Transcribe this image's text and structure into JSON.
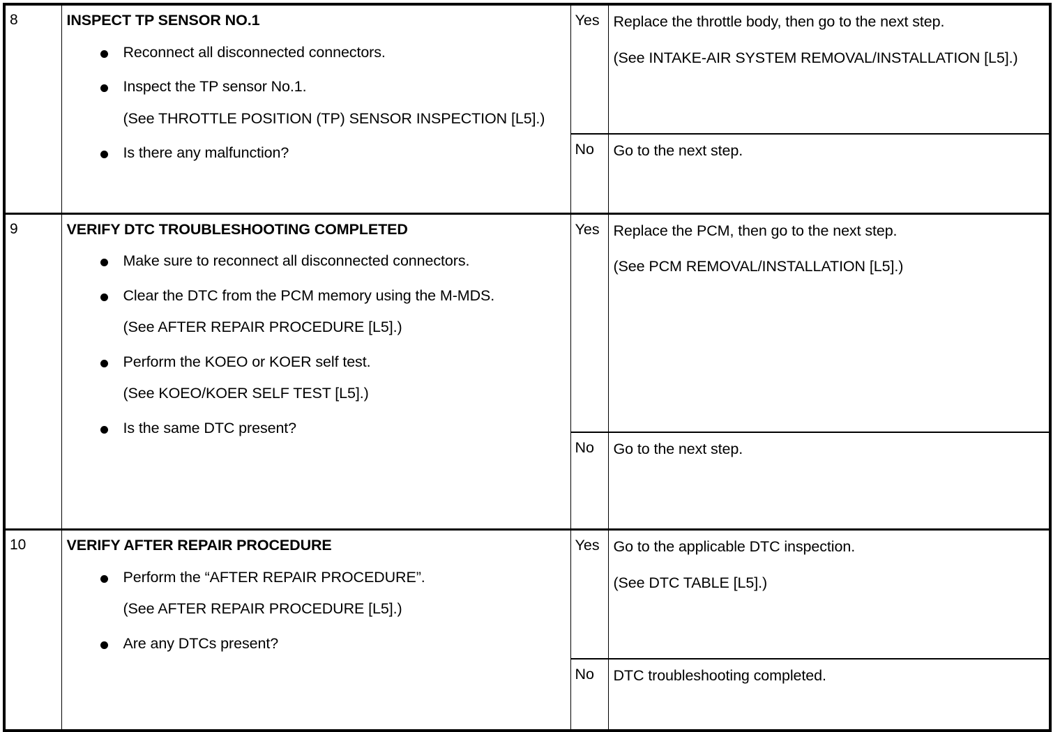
{
  "document": {
    "type": "diagnostic-troubleshooting-table",
    "columns": {
      "step": "",
      "body": "",
      "answer": "",
      "action": ""
    }
  },
  "steps": [
    {
      "number": "8",
      "heading": "INSPECT TP SENSOR NO.1",
      "bullets": [
        {
          "bullet": true,
          "text": "Reconnect all disconnected connectors."
        },
        {
          "bullet": true,
          "text": "Inspect the TP sensor No.1."
        },
        {
          "bullet": false,
          "text": "(See THROTTLE POSITION (TP) SENSOR INSPECTION [L5].)"
        },
        {
          "bullet": true,
          "text": "Is there any malfunction?"
        }
      ],
      "yes": {
        "label": "Yes",
        "lines": [
          "Replace the throttle body, then go to the next step.",
          "(See INTAKE-AIR SYSTEM REMOVAL/INSTALLATION [L5].)"
        ]
      },
      "no": {
        "label": "No",
        "lines": [
          "Go to the next step."
        ]
      }
    },
    {
      "number": "9",
      "heading": "VERIFY DTC TROUBLESHOOTING COMPLETED",
      "bullets": [
        {
          "bullet": true,
          "text": "Make sure to reconnect all disconnected connectors."
        },
        {
          "bullet": true,
          "text": "Clear the DTC from the PCM memory using the M-MDS."
        },
        {
          "bullet": false,
          "text": "(See AFTER REPAIR PROCEDURE [L5].)"
        },
        {
          "bullet": true,
          "text": "Perform the KOEO or KOER self test."
        },
        {
          "bullet": false,
          "text": "(See KOEO/KOER SELF TEST [L5].)"
        },
        {
          "bullet": true,
          "text": "Is the same DTC present?"
        }
      ],
      "yes": {
        "label": "Yes",
        "lines": [
          "Replace the PCM, then go to the next step.",
          "(See PCM REMOVAL/INSTALLATION [L5].)"
        ]
      },
      "no": {
        "label": "No",
        "lines": [
          "Go to the next step."
        ]
      }
    },
    {
      "number": "10",
      "heading": "VERIFY AFTER REPAIR PROCEDURE",
      "bullets": [
        {
          "bullet": true,
          "text": "Perform the “AFTER REPAIR PROCEDURE”."
        },
        {
          "bullet": false,
          "text": "(See AFTER REPAIR PROCEDURE [L5].)"
        },
        {
          "bullet": true,
          "text": "Are any DTCs present?"
        }
      ],
      "yes": {
        "label": "Yes",
        "lines": [
          "Go to the applicable DTC inspection.",
          "(See DTC TABLE [L5].)"
        ]
      },
      "no": {
        "label": "No",
        "lines": [
          "DTC troubleshooting completed."
        ]
      }
    }
  ],
  "colors": {
    "ink": "#000000",
    "paper": "#ffffff"
  }
}
